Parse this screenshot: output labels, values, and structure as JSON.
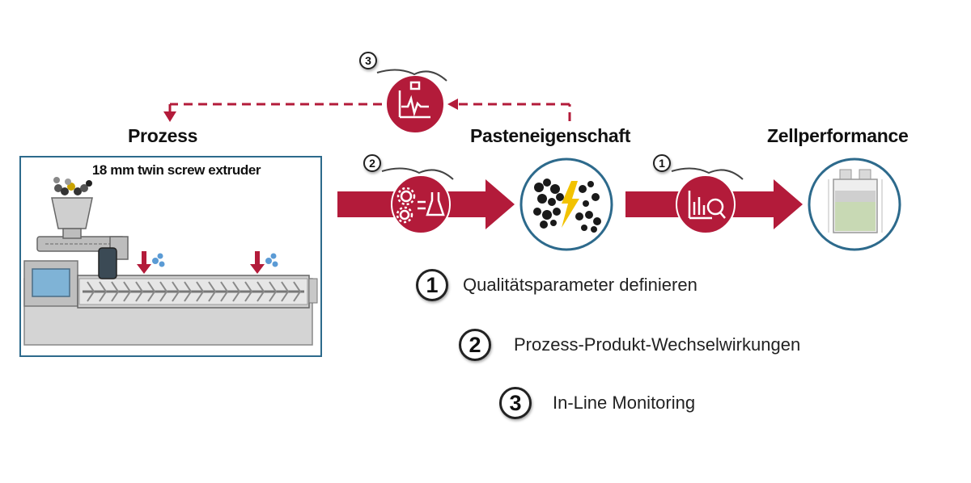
{
  "headings": {
    "prozess": "Prozess",
    "paste": "Pasteneigenschaft",
    "zell": "Zellperformance"
  },
  "extruder": {
    "title": "18 mm twin screw extruder"
  },
  "step_badges": {
    "badge1": "1",
    "badge2": "2",
    "badge3": "3"
  },
  "legend": [
    {
      "num": "1",
      "text": "Qualitätsparameter definieren"
    },
    {
      "num": "2",
      "text": "Prozess-Produkt-Wechselwirkungen"
    },
    {
      "num": "3",
      "text": "In-Line Monitoring"
    }
  ],
  "colors": {
    "accent_red": "#b31b3a",
    "circle_teal": "#2d6a8c",
    "lightning": "#f2c200"
  },
  "icons": {
    "process_icon": "gears-flask-icon",
    "paste_icon": "particles-lightning-icon",
    "quality_icon": "chart-magnifier-icon",
    "monitoring_icon": "sensor-signal-icon",
    "cell_icon": "pouch-cell-icon"
  }
}
